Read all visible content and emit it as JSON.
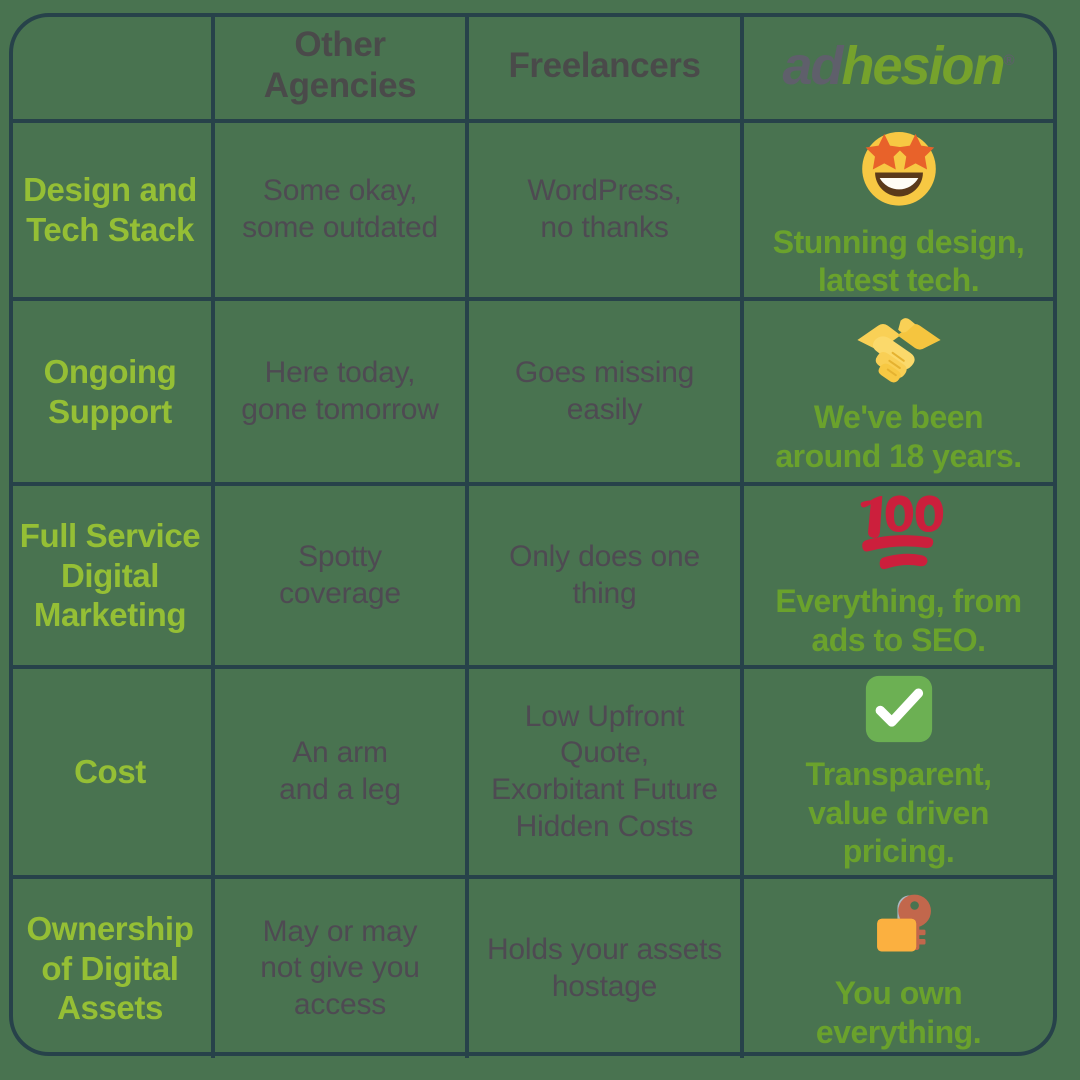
{
  "theme": {
    "background": "#497350",
    "grid_line": "#27424a",
    "header_text": "#4a4a4a",
    "row_label_text": "#95bf35",
    "neutral_text": "#4e4a52",
    "highlight_text": "#6aa22c",
    "logo_ad": "#5f5f6b",
    "logo_hesion": "#76a22c"
  },
  "header": {
    "blank": "",
    "col_other_agencies": "Other\nAgencies",
    "col_other_agencies_line1": "Other",
    "col_other_agencies_line2": "Agencies",
    "col_freelancers": "Freelancers",
    "logo": {
      "part1": "ad",
      "part2": "hesion",
      "trademark": "®",
      "name": "adhesion"
    }
  },
  "rows": [
    {
      "label_line1": "Design and",
      "label_line2": "Tech Stack",
      "other_agencies_line1": "Some okay,",
      "other_agencies_line2": "some outdated",
      "freelancers_line1": "WordPress,",
      "freelancers_line2": "no thanks",
      "adhesion_icon": "star-struck-emoji",
      "adhesion_line1": "Stunning design,",
      "adhesion_line2": "latest tech."
    },
    {
      "label_line1": "Ongoing",
      "label_line2": "Support",
      "other_agencies_line1": "Here today,",
      "other_agencies_line2": "gone tomorrow",
      "freelancers_line1": "Goes missing",
      "freelancers_line2": "easily",
      "adhesion_icon": "handshake-emoji",
      "adhesion_line1": "We've been",
      "adhesion_line2": "around 18 years."
    },
    {
      "label_line1": "Full Service",
      "label_line2": "Digital",
      "label_line3": "Marketing",
      "other_agencies_line1": "Spotty",
      "other_agencies_line2": "coverage",
      "freelancers_line1": "Only does one",
      "freelancers_line2": "thing",
      "adhesion_icon": "hundred-points-emoji",
      "adhesion_line1": "Everything, from",
      "adhesion_line2": "ads to SEO."
    },
    {
      "label_line1": "Cost",
      "other_agencies_line1": "An arm",
      "other_agencies_line2": "and a leg",
      "freelancers_line1": "Low Upfront Quote,",
      "freelancers_line2": "Exorbitant Future",
      "freelancers_line3": "Hidden Costs",
      "adhesion_icon": "white-check-mark-emoji",
      "adhesion_line1": "Transparent,",
      "adhesion_line2": "value driven",
      "adhesion_line3": "pricing."
    },
    {
      "label_line1": "Ownership",
      "label_line2": "of Digital",
      "label_line3": "Assets",
      "other_agencies_line1": "May or may",
      "other_agencies_line2": "not give you",
      "other_agencies_line3": "access",
      "freelancers_line1": "Holds your assets",
      "freelancers_line2": "hostage",
      "adhesion_icon": "locked-with-key-emoji",
      "adhesion_line1": "You own",
      "adhesion_line2": "everything."
    }
  ]
}
